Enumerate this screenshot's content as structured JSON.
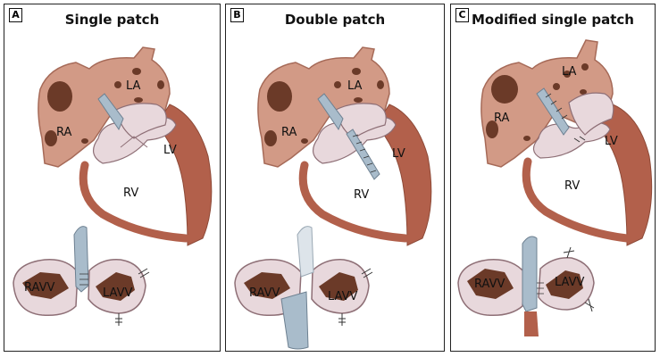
{
  "panels": [
    {
      "letter": "A",
      "title": "Single patch",
      "labels": {
        "la": "LA",
        "ra": "RA",
        "lv": "LV",
        "rv": "RV",
        "ravv": "RAVV",
        "lavv": "LAVV"
      }
    },
    {
      "letter": "B",
      "title": "Double patch",
      "labels": {
        "la": "LA",
        "ra": "RA",
        "lv": "LV",
        "rv": "RV",
        "ravv": "RAVV",
        "lavv": "LAVV"
      }
    },
    {
      "letter": "C",
      "title": "Modified single patch",
      "labels": {
        "la": "LA",
        "ra": "RA",
        "lv": "LV",
        "rv": "RV",
        "ravv": "RAVV",
        "lavv": "LAVV"
      }
    }
  ],
  "colors": {
    "atrium": "#d29a86",
    "atrium_outline": "#a66a58",
    "ventricle": "#b2604b",
    "cavity": "#6b3a28",
    "valve": "#e8d8dc",
    "valve_outline": "#8e6f76",
    "patch": "#a9bccb",
    "patch_outline": "#6d8091"
  }
}
